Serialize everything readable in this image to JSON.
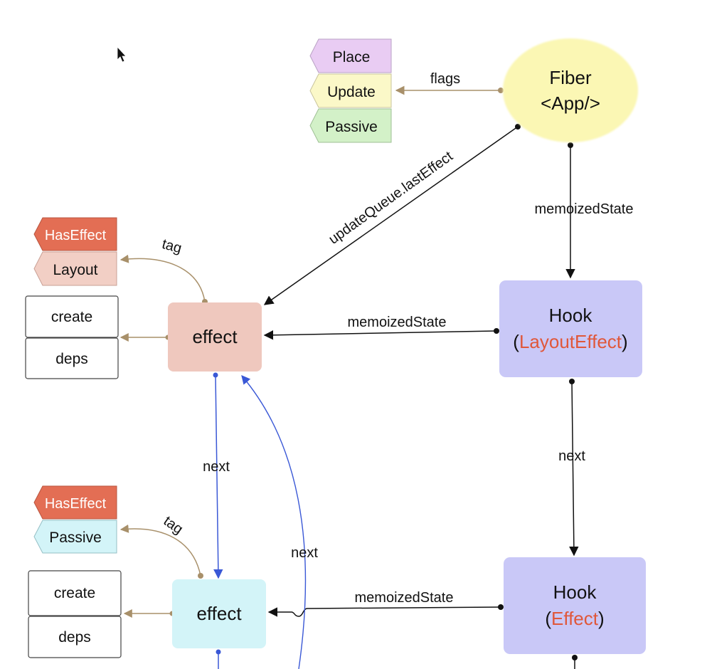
{
  "colors": {
    "fiber_fill": "#fbf7b4",
    "hook_fill": "#c9c8f7",
    "effect_layout_fill": "#efc8be",
    "effect_passive_fill": "#d3f4f8",
    "tag_place": "#e9ccf3",
    "tag_update": "#fbf8c8",
    "tag_passive_green": "#d3f1c8",
    "tag_haseffect": "#e36e54",
    "tag_layout": "#f2cfc5",
    "tag_passive_cyan": "#d3f4f8",
    "highlight_text": "#e0573a",
    "blue_arrow": "#3a58d6",
    "brown_arrow": "#a8906a"
  },
  "nodes": {
    "fiber_line1": "Fiber",
    "fiber_line2": "<App/>",
    "hook_label": "Hook",
    "hook1_open": "(",
    "hook1_type": "LayoutEffect",
    "hook1_close": ")",
    "hook2_open": "(",
    "hook2_type": "Effect",
    "hook2_close": ")",
    "effect_label": "effect"
  },
  "flags": {
    "place": "Place",
    "update": "Update",
    "passive": "Passive"
  },
  "effect1_tags": {
    "haseffect": "HasEffect",
    "layout": "Layout"
  },
  "effect2_tags": {
    "haseffect": "HasEffect",
    "passive": "Passive"
  },
  "fields": {
    "create": "create",
    "deps": "deps"
  },
  "edge_labels": {
    "flags": "flags",
    "update_queue": "updateQueue.lastEffect",
    "memoized_state": "memoizedState",
    "next": "next",
    "tag": "tag"
  }
}
